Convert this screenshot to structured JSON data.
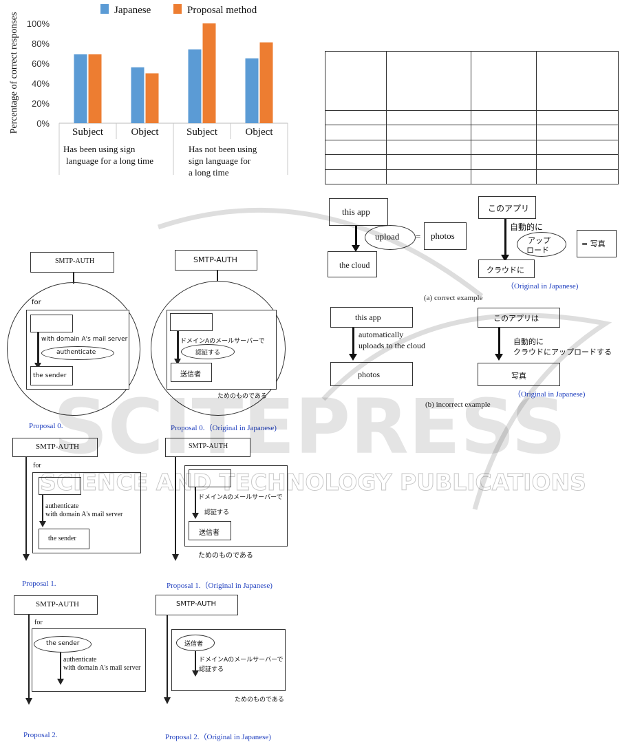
{
  "chart_data": {
    "type": "bar",
    "title": "",
    "ylabel": "Percentage of correct responses",
    "ylim": [
      0,
      100
    ],
    "yticks": [
      "0%",
      "20%",
      "40%",
      "60%",
      "80%",
      "100%"
    ],
    "categories": [
      "Subject",
      "Object",
      "Subject",
      "Object"
    ],
    "groups": [
      "Has been using sign language for a long time",
      "Has not been using sign language for a long time"
    ],
    "group_lines": [
      [
        "Has been using sign",
        "language for a long time"
      ],
      [
        "Has not been using",
        "sign language for",
        "a long time"
      ]
    ],
    "series": [
      {
        "name": "Japanese",
        "color": "#5b9bd5",
        "values": [
          69,
          56,
          74,
          65
        ]
      },
      {
        "name": "Proposal method",
        "color": "#ed7d31",
        "values": [
          69,
          50,
          100,
          81
        ]
      }
    ],
    "legend": "top"
  },
  "figA": {
    "smtp": "SMTP-AUTH",
    "for": "for",
    "with_en": "with domain A's mail server",
    "auth_en": "authenticate",
    "sender_en": "the sender",
    "with_jp": "ドメインAのメールサーバーで",
    "auth_jp": "認証する",
    "sender_jp": "送信者",
    "tame_jp": "ためのものである",
    "cap_en": "Proposal 0.",
    "cap_jp": "Proposal 0.（Original in Japanese)"
  },
  "figB": {
    "smtp": "SMTP-AUTH",
    "for": "for",
    "auth_en_1": "authenticate",
    "auth_en_2": "with domain A's mail server",
    "sender_en": "the sender",
    "with_jp": "ドメインAのメールサーバーで",
    "auth_jp": "認証する",
    "sender_jp": "送信者",
    "tame_jp": "ためのものである",
    "cap_en": "Proposal 1.",
    "cap_jp": "Proposal 1.（Original in Japanese)"
  },
  "figC": {
    "smtp": "SMTP-AUTH",
    "for": "for",
    "sender_en": "the sender",
    "auth_en_1": "authenticate",
    "auth_en_2": "with domain A's mail server",
    "sender_jp": "送信者",
    "with_jp": "ドメインAのメールサーバーで",
    "auth_jp": "認証する",
    "tame_jp": "ためのものである",
    "cap_en": "Proposal 2.",
    "cap_jp": "Proposal 2.（Original in Japanese)"
  },
  "figD": {
    "this_app": "this app",
    "upload": "upload",
    "eq": "=",
    "photos": "photos",
    "cloud": "the cloud",
    "app_jp": "このアプリ",
    "auto_jp": "自動的に",
    "upload_jp_1": "アップ",
    "upload_jp_2": "ロード",
    "eq_photo_jp": "= 写真",
    "cloud_jp": "クラウドに",
    "orig": "（Original in Japanese)",
    "cap": "(a) correct   example"
  },
  "figE": {
    "this_app": "this app",
    "auto_1": "automatically",
    "auto_2": "uploads to the cloud",
    "photos": "photos",
    "app_jp": "このアプリは",
    "auto_jp_1": "自動的に",
    "auto_jp_2": "クラウドにアップロードする",
    "photo_jp": "写真",
    "orig": "（Original in Japanese)",
    "cap": "(b)  incorrect  example"
  },
  "watermark": {
    "line1": "SCITEPRESS",
    "line2": "SCIENCE AND TECHNOLOGY PUBLICATIONS"
  }
}
